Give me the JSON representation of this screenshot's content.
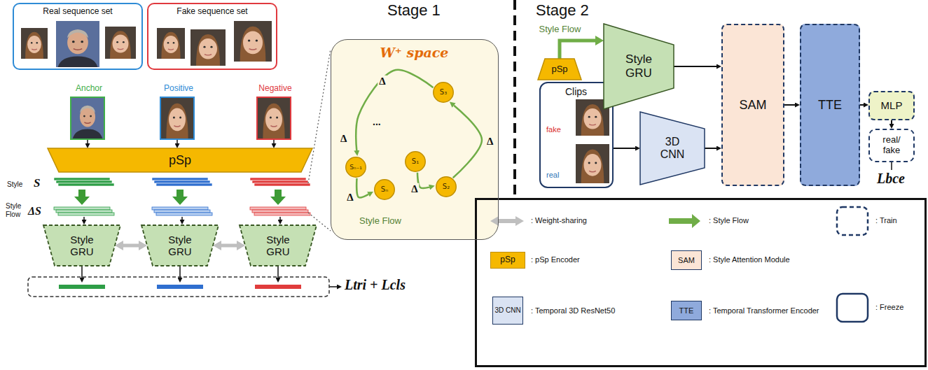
{
  "diagram": {
    "nodes": [
      {
        "text": [
          "Real sequence set"
        ]
      },
      {
        "text": [
          "Fake sequence set"
        ]
      },
      {
        "text": [
          "Anchor"
        ]
      },
      {
        "text": [
          "Positive"
        ]
      },
      {
        "text": [
          "Negative"
        ]
      },
      {
        "text": [
          "pSp"
        ]
      },
      {
        "text": [
          "Style GRU"
        ]
      },
      {
        "text": [
          "Style GRU"
        ]
      },
      {
        "text": [
          "Style GRU"
        ]
      },
      {
        "text": [
          "W⁺ space",
          "Style Flow"
        ]
      },
      {
        "text": [
          "S₃"
        ],
        "in": 9
      },
      {
        "text": [
          "S₁"
        ],
        "in": 9
      },
      {
        "text": [
          "S₂"
        ],
        "in": 9
      },
      {
        "text": [
          "Sₙ₋₁"
        ],
        "in": 9
      },
      {
        "text": [
          "Sₙ"
        ],
        "in": 9
      },
      {
        "text": [
          "pSp"
        ]
      },
      {
        "text": [
          "Clips",
          "fake",
          "real"
        ]
      },
      {
        "text": [
          "Style GRU"
        ]
      },
      {
        "text": [
          "3D CNN"
        ]
      },
      {
        "text": [
          "SAM"
        ]
      },
      {
        "text": [
          "TTE"
        ]
      },
      {
        "text": [
          "MLP"
        ]
      },
      {
        "text": [
          "real/ fake"
        ]
      }
    ],
    "edges": [
      {
        "from": 2,
        "to": 5,
        "arrow": "to"
      },
      {
        "from": 3,
        "to": 5,
        "arrow": "to"
      },
      {
        "from": 4,
        "to": 5,
        "arrow": "to"
      },
      {
        "from": 6,
        "to": 7,
        "arrow": "both"
      },
      {
        "from": 7,
        "to": 8,
        "arrow": "both"
      },
      {
        "from": 11,
        "to": 12,
        "label": "Δ",
        "arrow": "to"
      },
      {
        "from": 12,
        "to": 10,
        "label": "Δ",
        "arrow": "to"
      },
      {
        "from": 10,
        "to": 13,
        "label": "Δ",
        "arrow": "to"
      },
      {
        "from": 13,
        "to": 14,
        "label": "Δ",
        "arrow": "to"
      },
      {
        "from": 15,
        "to": 17,
        "label": "Style Flow",
        "arrow": "to"
      },
      {
        "from": 16,
        "to": 18,
        "arrow": "to"
      },
      {
        "from": 17,
        "to": 19,
        "arrow": "to"
      },
      {
        "from": 18,
        "to": 19,
        "arrow": "to"
      },
      {
        "from": 19,
        "to": 20,
        "arrow": "to"
      },
      {
        "from": 20,
        "to": 21,
        "arrow": "to"
      },
      {
        "from": 21,
        "to": 22,
        "arrow": "to"
      }
    ],
    "labels": [
      "Stage 1",
      "Stage 2",
      "Style",
      "S",
      "Style Flow",
      "ΔS",
      "Δ",
      "...",
      "Ltri + Lcls",
      "Lbce",
      "pSp",
      "3D CNN",
      "SAM",
      "TTE"
    ],
    "legend": [
      {
        "text": ": Weight-sharing"
      },
      {
        "text": ": pSp Encoder",
        "color": "#f5b800"
      },
      {
        "text": ": Temporal 3D ResNet50",
        "color": "#dae3f3"
      },
      {
        "text": ": Style Flow"
      },
      {
        "text": ": Style Attention Module",
        "color": "#fbe5d6"
      },
      {
        "text": ": Temporal Transformer Encoder",
        "color": "#8faadc"
      },
      {
        "text": ": Train"
      },
      {
        "text": ": Freeze"
      }
    ]
  }
}
